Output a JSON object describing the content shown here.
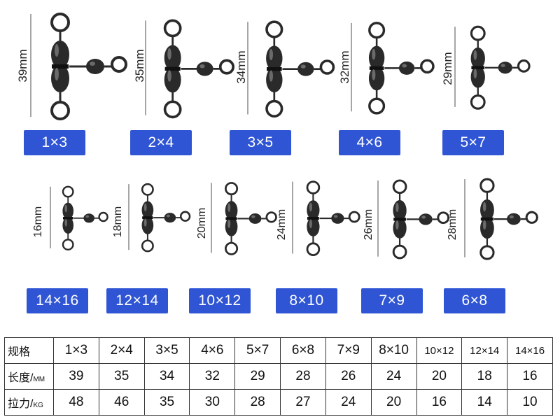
{
  "row1": [
    {
      "size": "1×3",
      "length": "39mm"
    },
    {
      "size": "2×4",
      "length": "35mm"
    },
    {
      "size": "3×5",
      "length": "34mm"
    },
    {
      "size": "4×6",
      "length": "32mm"
    },
    {
      "size": "5×7",
      "length": "29mm"
    }
  ],
  "row2": [
    {
      "size": "14×16",
      "length": "16mm"
    },
    {
      "size": "12×14",
      "length": "18mm"
    },
    {
      "size": "10×12",
      "length": "20mm"
    },
    {
      "size": "8×10",
      "length": "24mm"
    },
    {
      "size": "7×9",
      "length": "26mm"
    },
    {
      "size": "6×8",
      "length": "28mm"
    }
  ],
  "table": {
    "row_headers": {
      "spec": "规格",
      "length": "长度/",
      "length_unit": "MM",
      "strength": "拉力/",
      "strength_unit": "KG"
    },
    "specs": [
      "1×3",
      "2×4",
      "3×5",
      "4×6",
      "5×7",
      "6×8",
      "7×9",
      "8×10",
      "10×12",
      "12×14",
      "14×16"
    ],
    "lengths": [
      "39",
      "35",
      "34",
      "32",
      "29",
      "28",
      "26",
      "24",
      "20",
      "18",
      "16"
    ],
    "strengths": [
      "48",
      "46",
      "35",
      "30",
      "28",
      "27",
      "24",
      "20",
      "16",
      "14",
      "10"
    ]
  },
  "colors": {
    "label_bg": "#2f55d4",
    "label_text": "#ffffff",
    "metal": "#2a2a2a"
  }
}
